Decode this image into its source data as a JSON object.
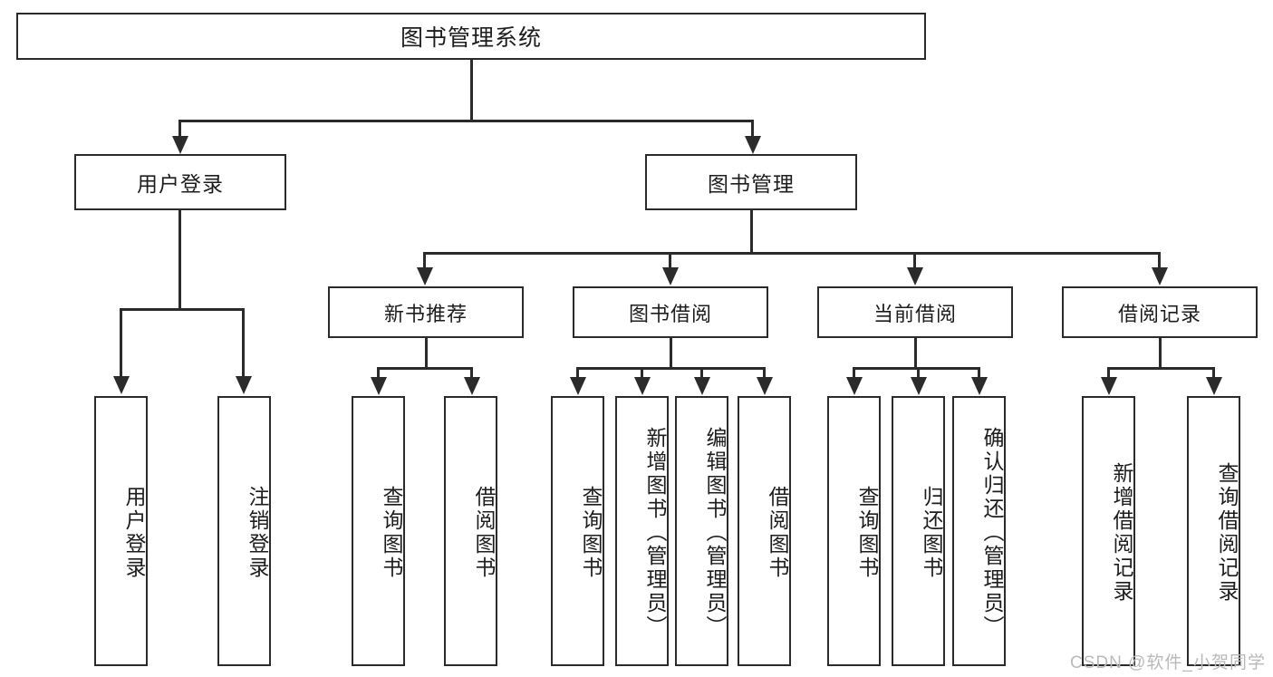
{
  "diagram": {
    "title": "图书管理系统",
    "type": "tree-hierarchy",
    "orientation": "top-down",
    "colors": {
      "box_border": "#2b2b2b",
      "box_fill": "#ffffff",
      "connector": "#2b2b2b",
      "text": "#1d1d1d",
      "watermark": "#b9b9b9",
      "canvas": "#ffffff"
    },
    "root": {
      "label": "图书管理系统"
    },
    "level2": [
      {
        "label": "用户登录"
      },
      {
        "label": "图书管理"
      }
    ],
    "level3": [
      {
        "label": "新书推荐"
      },
      {
        "label": "图书借阅"
      },
      {
        "label": "当前借阅"
      },
      {
        "label": "借阅记录"
      }
    ],
    "leaves": {
      "user_login": [
        {
          "label": "用户登录"
        },
        {
          "label": "注销登录"
        }
      ],
      "new_book_recommend": [
        {
          "label": "查询图书"
        },
        {
          "label": "借阅图书"
        }
      ],
      "book_borrow": [
        {
          "label": "查询图书"
        },
        {
          "label": "新增图书（管理员）"
        },
        {
          "label": "编辑图书（管理员）"
        },
        {
          "label": "借阅图书"
        }
      ],
      "current_borrow": [
        {
          "label": "查询图书"
        },
        {
          "label": "归还图书"
        },
        {
          "label": "确认归还（管理员）"
        }
      ],
      "borrow_record": [
        {
          "label": "新增借阅记录"
        },
        {
          "label": "查询借阅记录"
        }
      ]
    }
  },
  "watermark": {
    "text": "CSDN @软件_小贺同学"
  }
}
